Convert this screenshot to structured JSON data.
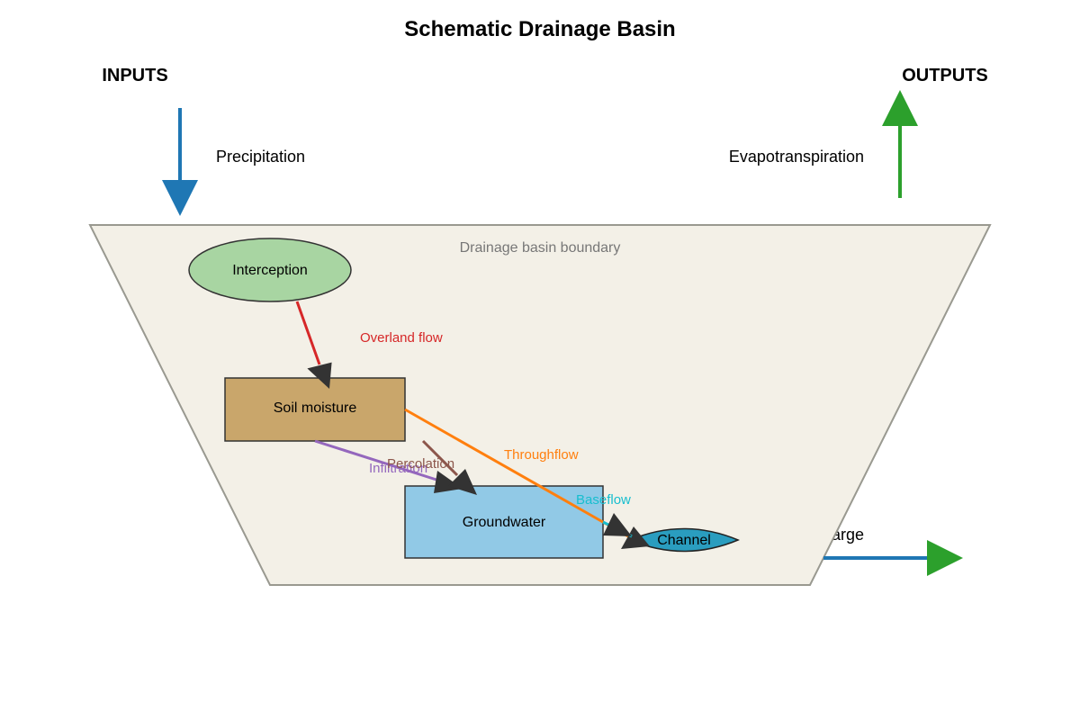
{
  "title": "Schematic Drainage Basin",
  "inputs_label": "INPUTS",
  "outputs_label": "OUTPUTS",
  "input_flows": {
    "precipitation": "Precipitation"
  },
  "output_flows": {
    "evapotranspiration": "Evapotranspiration",
    "discharge": "Discharge"
  },
  "basin": {
    "boundary_label": "Drainage basin boundary"
  },
  "stores": {
    "interception": "Interception",
    "soil_moisture": "Soil moisture",
    "groundwater": "Groundwater",
    "channel": "Channel"
  },
  "transfers": {
    "overland_flow": "Overland flow",
    "infiltration": "Infiltration",
    "percolation": "Percolation",
    "throughflow": "Throughflow",
    "baseflow": "Baseflow"
  },
  "colors": {
    "precipitation": "#1f77b4",
    "evapotranspiration": "#2ca02c",
    "discharge_line": "#1f77b4",
    "discharge_head": "#2ca02c",
    "basin_fill": "#f3f0e7",
    "basin_stroke": "#999990",
    "boundary_text": "#777777",
    "interception": "#a8d5a2",
    "soil_moisture": "#c9a66b",
    "groundwater": "#91c9e6",
    "channel": "#2a9dbf",
    "overland_flow": "#d62728",
    "infiltration": "#9467bd",
    "percolation": "#8c564b",
    "throughflow": "#ff7f0e",
    "baseflow": "#17becf",
    "arrowhead": "#333333"
  }
}
